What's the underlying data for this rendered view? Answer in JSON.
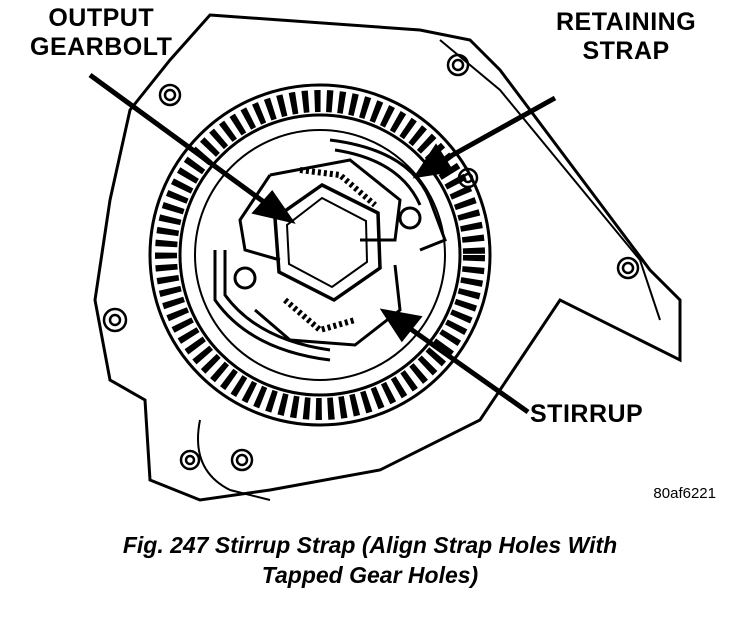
{
  "labels": {
    "output_gearbolt": [
      "OUTPUT",
      "GEARBOLT"
    ],
    "retaining_strap": [
      "RETAINING",
      "STRAP"
    ],
    "stirrup": "STIRRUP"
  },
  "figure_id": "80af6221",
  "caption": [
    "Fig. 247 Stirrup Strap (Align Strap Holes With",
    "Tapped Gear Holes)"
  ],
  "colors": {
    "ink": "#000000",
    "paper": "#ffffff"
  }
}
